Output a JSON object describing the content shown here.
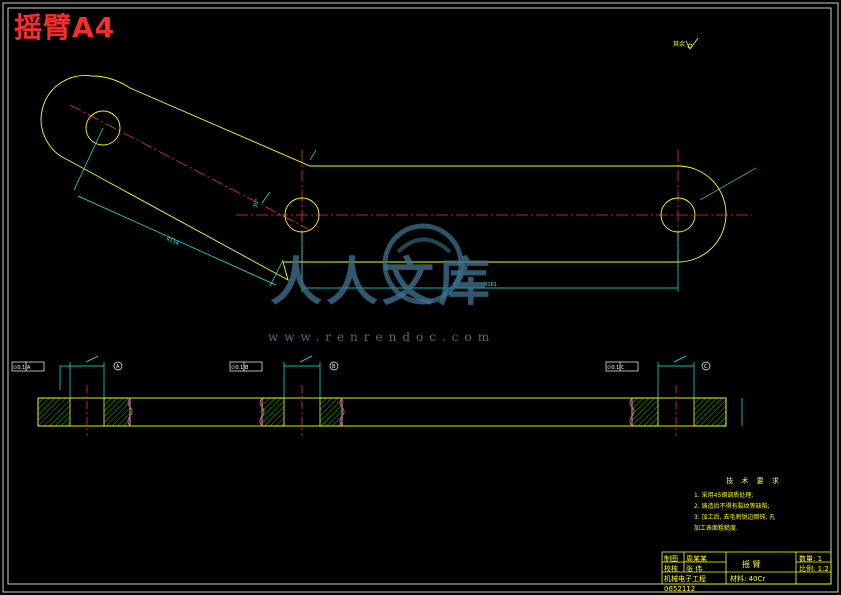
{
  "heading": "摇臂A4",
  "watermark": {
    "chars": "人人文库",
    "url": "www.renrendoc.com"
  },
  "surface_note": "其余",
  "dimensions": {
    "arm_length": "R114",
    "base_length": "R161",
    "angle": "30°"
  },
  "datum_boxes": [
    "∅0.1|A",
    "∅0.1|B",
    "∅0.1|C"
  ],
  "datum_letters": [
    "A",
    "B",
    "C"
  ],
  "tech_requirements": {
    "title": "技 术 要 求",
    "items": [
      "1. 采用45钢调质处理;",
      "2. 铸造后不得有裂纹等缺陷;",
      "3. 加工后, 去毛刺锐边倒钝, 孔",
      "   加工表面粗糙度."
    ]
  },
  "title_block": {
    "drawn": "制图",
    "designer": "周某某",
    "checked": "校核",
    "checker": "张 伟",
    "school": "机械电子工程",
    "class": "0652112",
    "part_name": "摇   臂",
    "material": "材料: 40Cr",
    "qty": "数量: 1",
    "scale": "比例: 1:2"
  }
}
